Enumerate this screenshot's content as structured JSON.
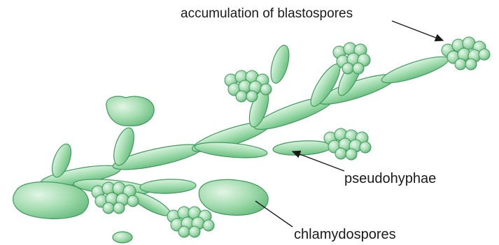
{
  "labels": {
    "blastospores": "accumulation of blastospores",
    "pseudohyphae": "pseudohyphae",
    "chlamydospores": "chlamydospores"
  },
  "colors": {
    "cell_fill": "#8fd3a0",
    "cell_highlight": "#d9f2df",
    "cell_stroke": "#3f9a5c",
    "arrow": "#1a1a1a"
  }
}
